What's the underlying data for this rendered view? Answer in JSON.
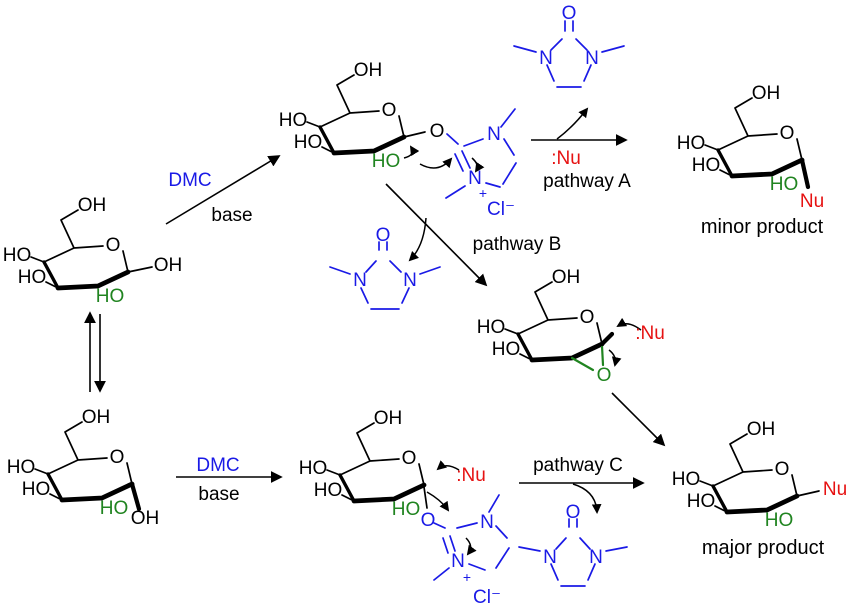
{
  "colors": {
    "black": "#000000",
    "blue": "#1a1ae6",
    "green": "#208420",
    "red": "#e61212"
  },
  "scheme": {
    "reagent": "DMC",
    "condition": "base",
    "pathway_a": "pathway A",
    "pathway_b": "pathway B",
    "pathway_c": "pathway C",
    "nucleophile": ":Nu",
    "nucleophile_bound": "Nu",
    "chloride": "Cl⁻",
    "plus": "+",
    "minor_product": "minor product",
    "major_product": "major product",
    "atoms": {
      "oh": "OH",
      "ho": "HO",
      "o": "O",
      "n": "N"
    }
  }
}
